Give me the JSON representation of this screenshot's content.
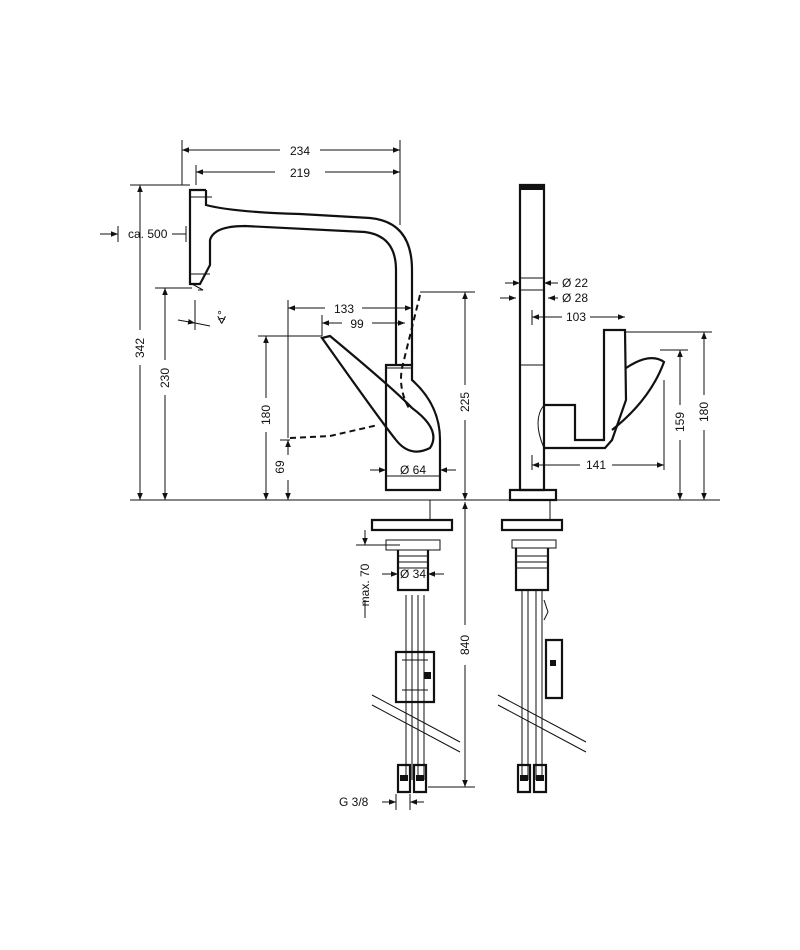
{
  "dimensions": {
    "width_234": "234",
    "width_219": "219",
    "hose_ca500": "ca. 500",
    "angle_symbol": "∢°",
    "height_342": "342",
    "height_230": "230",
    "reach_133": "133",
    "reach_99": "99",
    "height_180_left": "180",
    "height_69": "69",
    "height_225": "225",
    "dia_64": "Ø 64",
    "dia_34": "Ø 34",
    "max_70": "max. 70",
    "length_840": "840",
    "thread": "G 3/8",
    "dia_22": "Ø 22",
    "dia_28": "Ø 28",
    "lever_103": "103",
    "lever_141": "141",
    "height_159": "159",
    "height_180_right": "180"
  }
}
